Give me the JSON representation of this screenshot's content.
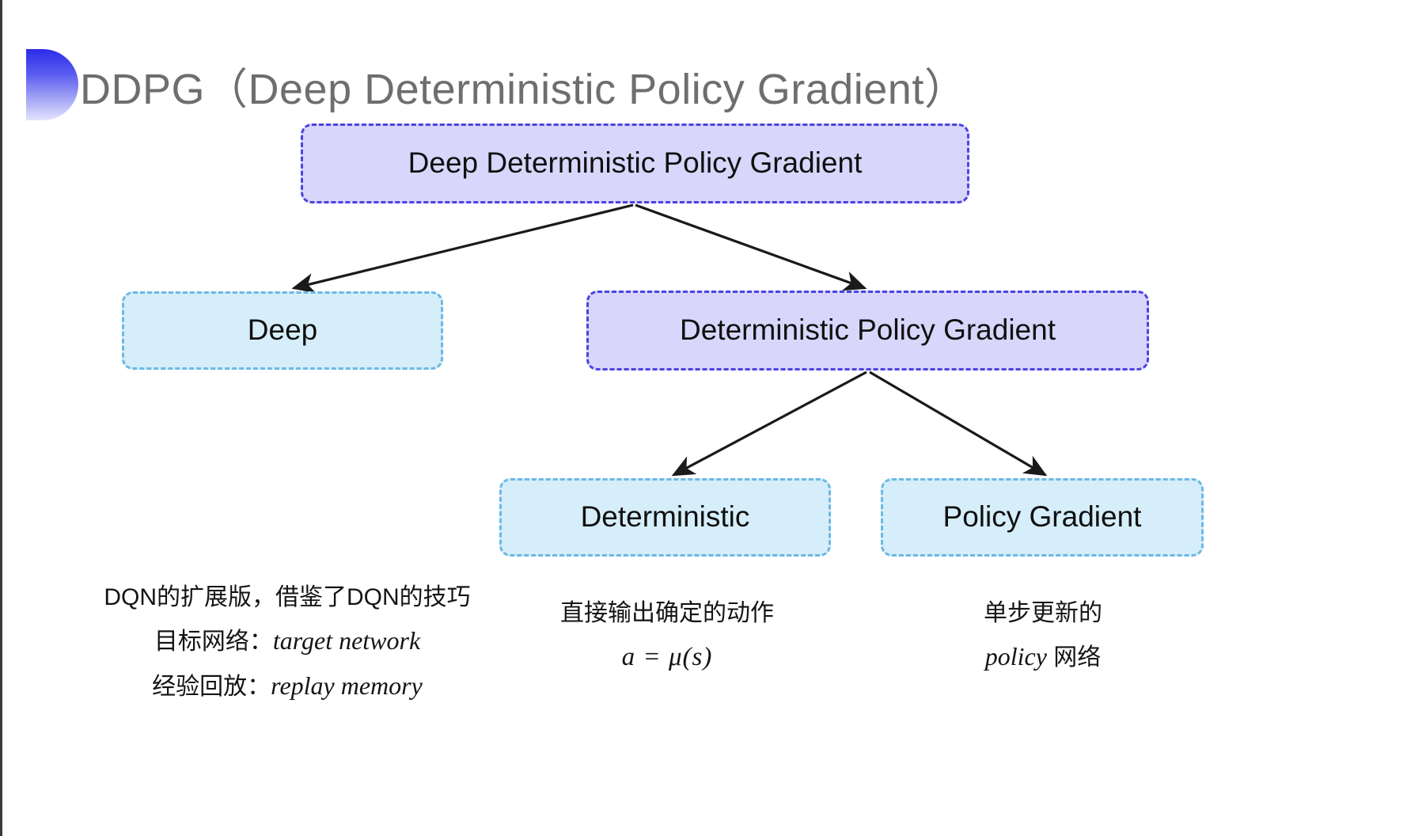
{
  "slide": {
    "title": "DDPG（Deep Deterministic Policy Gradient）",
    "background_color": "#ffffff",
    "title_color": "#6e6e6e",
    "accent_gradient_start": "#2b2ce8",
    "accent_gradient_end": "#e3e4fd"
  },
  "diagram": {
    "type": "tree",
    "node_fill_purple": "#d9d6fb",
    "node_border_purple": "#4b44e0",
    "node_fill_cyan": "#d6eefa",
    "node_border_cyan": "#6cb8e4",
    "arrow_color": "#1a1a1a",
    "nodes": {
      "root": "Deep Deterministic Policy Gradient",
      "deep": "Deep",
      "dpg": "Deterministic Policy Gradient",
      "deterministic": "Deterministic",
      "policy_gradient": "Policy Gradient"
    }
  },
  "captions": {
    "left": {
      "line1": "DQN的扩展版，借鉴了DQN的技巧",
      "line2_label": "目标网络：",
      "line2_term": "target network",
      "line3_label": "经验回放：",
      "line3_term": "replay memory"
    },
    "middle": {
      "line1": "直接输出确定的动作",
      "formula": "a = μ(s)"
    },
    "right": {
      "line1": "单步更新的",
      "term": "policy",
      "line2_suffix": " 网络"
    }
  }
}
